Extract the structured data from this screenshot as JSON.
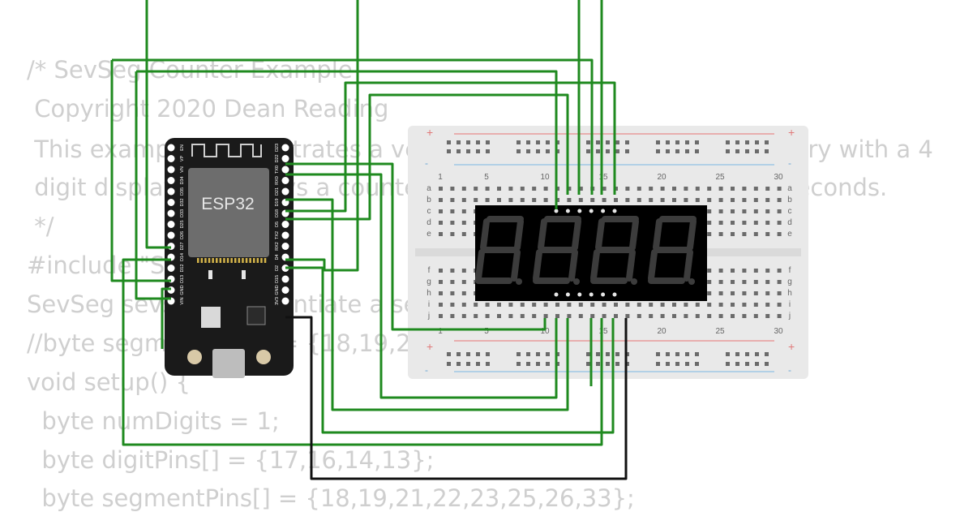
{
  "code_lines": [
    "/* SevSeg Counter Example",
    " Copyright 2020 Dean Reading",
    " This example demonstrates a very simple use of the SevSeg library with a 4",
    " digit display. It displays a counter that counts up, showing deci-seconds.",
    " */",
    "#include \"SevSeg.h\"",
    "SevSeg sevseg; //Instantiate a seven segment controller object",
    "//byte segmentPins[] = {18,19,21,22,23,25,26,33};",
    "void setup() {",
    "  byte numDigits = 1;",
    "  byte digitPins[] = {17,16,14,13};",
    "  byte segmentPins[] = {18,19,21,22,23,25,26,33};"
  ],
  "esp32": {
    "chip_label": "ESP32",
    "left_pins": [
      "EN",
      "VP",
      "VN",
      "D34",
      "D35",
      "D32",
      "D33",
      "D25",
      "D26",
      "D27",
      "D14",
      "D12",
      "D13",
      "GND",
      "VIN"
    ],
    "right_pins": [
      "D23",
      "D22",
      "TX0",
      "RX0",
      "D21",
      "D19",
      "D18",
      "D5",
      "TX2",
      "RX2",
      "D4",
      "D2",
      "D15",
      "GND",
      "3V3"
    ]
  },
  "breadboard": {
    "column_numbers": [
      "1",
      "5",
      "10",
      "15",
      "20",
      "25",
      "30"
    ],
    "row_letters_top": [
      "a",
      "b",
      "c",
      "d",
      "e"
    ],
    "row_letters_bottom": [
      "f",
      "g",
      "h",
      "i",
      "j"
    ],
    "rail_symbols": {
      "plus": "+",
      "minus": "-"
    }
  },
  "display": {
    "digits": 4,
    "segment_color": "#3c3c3c",
    "body_color": "#000000"
  },
  "colors": {
    "wire_green": "#1f8a1f",
    "wire_black": "#111111",
    "code_text": "#cfcfcf",
    "board_black": "#1a1a1a"
  }
}
